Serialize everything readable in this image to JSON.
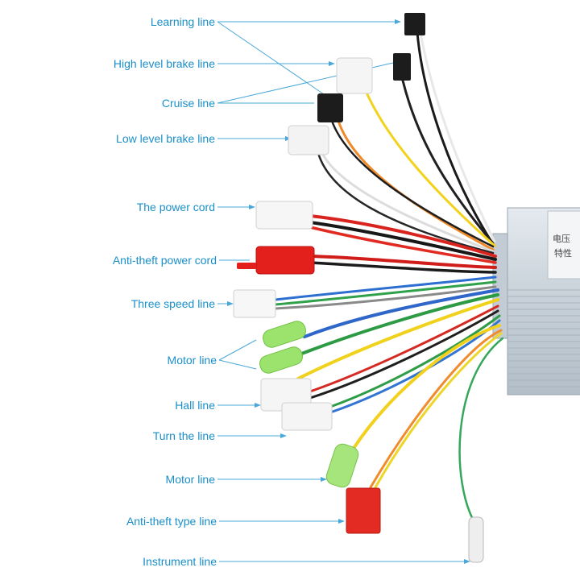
{
  "labels": {
    "learning": "Learning line",
    "high_brake": "High level brake line",
    "cruise": "Cruise line",
    "low_brake": "Low level brake line",
    "power": "The power cord",
    "antitheft_power": "Anti-theft power cord",
    "three_speed": "Three speed line",
    "motor1": "Motor line",
    "hall": "Hall line",
    "turn": "Turn the line",
    "motor2": "Motor line",
    "antitheft_type": "Anti-theft type line",
    "instrument": "Instrument line"
  },
  "controller": {
    "sticker_line1": "电压",
    "sticker_line2": "特性"
  },
  "colors": {
    "label": "#1a8fc9",
    "leader": "#4aa8d8",
    "controller_body": "#c9d3dc"
  }
}
